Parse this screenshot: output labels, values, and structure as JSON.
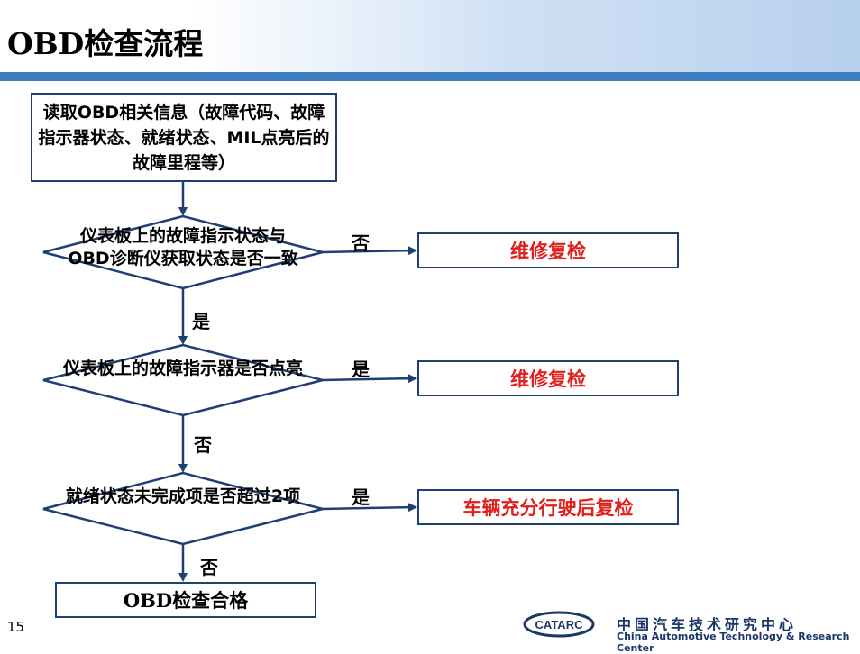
{
  "slide": {
    "title": "OBD检查流程",
    "page_number": "15"
  },
  "flow": {
    "start_box": "读取OBD相关信息（故障代码、故障指示器状态、就绪状态、MIL点亮后的故障里程等）",
    "decision_1": "仪表板上的故障指示状态与OBD诊断仪获取状态是否一致",
    "decision_2": "仪表板上的故障指示器是否点亮",
    "decision_3": "就绪状态未完成项是否超过2项",
    "result_1": "维修复检",
    "result_2": "维修复检",
    "result_3": "车辆充分行驶后复检",
    "final_box": "OBD检查合格",
    "labels": {
      "d1_right": "否",
      "d1_down": "是",
      "d2_right": "是",
      "d2_down": "否",
      "d3_right": "是",
      "d3_down": "否"
    }
  },
  "footer": {
    "logo_text": "CATARC",
    "org_cn": "中国汽车技术研究中心",
    "org_en": "China Automotive Technology & Research Center"
  },
  "colors": {
    "accent_band": "#3d7dc0",
    "border": "#1f3f73",
    "result_text": "#e0201c",
    "footer_text": "#1b3768"
  }
}
